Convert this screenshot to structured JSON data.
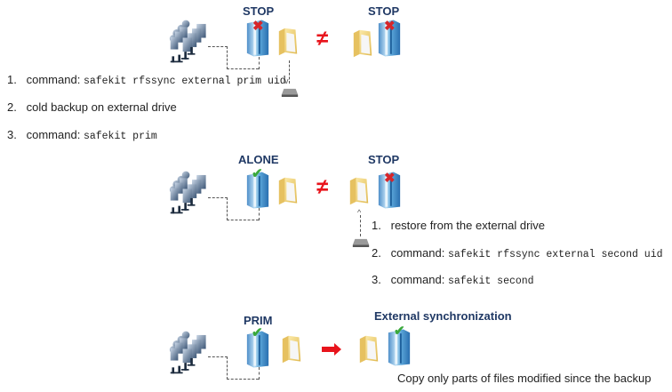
{
  "scenario1": {
    "left_state": "STOP",
    "right_state": "STOP",
    "relation": "≠",
    "steps": [
      {
        "num": "1.",
        "label": "command:",
        "code": "safekit rfssync external prim uid"
      },
      {
        "num": "2.",
        "label": "cold backup on external drive",
        "code": ""
      },
      {
        "num": "3.",
        "label": "command:",
        "code": "safekit prim"
      }
    ]
  },
  "scenario2": {
    "left_state": "ALONE",
    "right_state": "STOP",
    "relation": "≠",
    "steps": [
      {
        "num": "1.",
        "label": "restore from the external drive",
        "code": ""
      },
      {
        "num": "2.",
        "label": "command:",
        "code": "safekit rfssync external second uid"
      },
      {
        "num": "3.",
        "label": "command:",
        "code": "safekit second"
      }
    ]
  },
  "scenario3": {
    "left_state": "PRIM",
    "right_state": "External synchronization",
    "relation": "arrow-right",
    "note": "Copy only parts of files modified since the backup"
  },
  "icons": {
    "users": "users-workstations-icon",
    "server_stop": "server-stopped-icon",
    "server_ok": "server-running-icon",
    "folder": "folder-icon",
    "drive": "external-drive-icon",
    "not_equal": "not-equal-icon",
    "arrow": "arrow-right-icon"
  },
  "colors": {
    "state_label": "#1f3864",
    "relation": "#e8141c",
    "check": "#3aa83a",
    "cross": "#d6262a"
  }
}
